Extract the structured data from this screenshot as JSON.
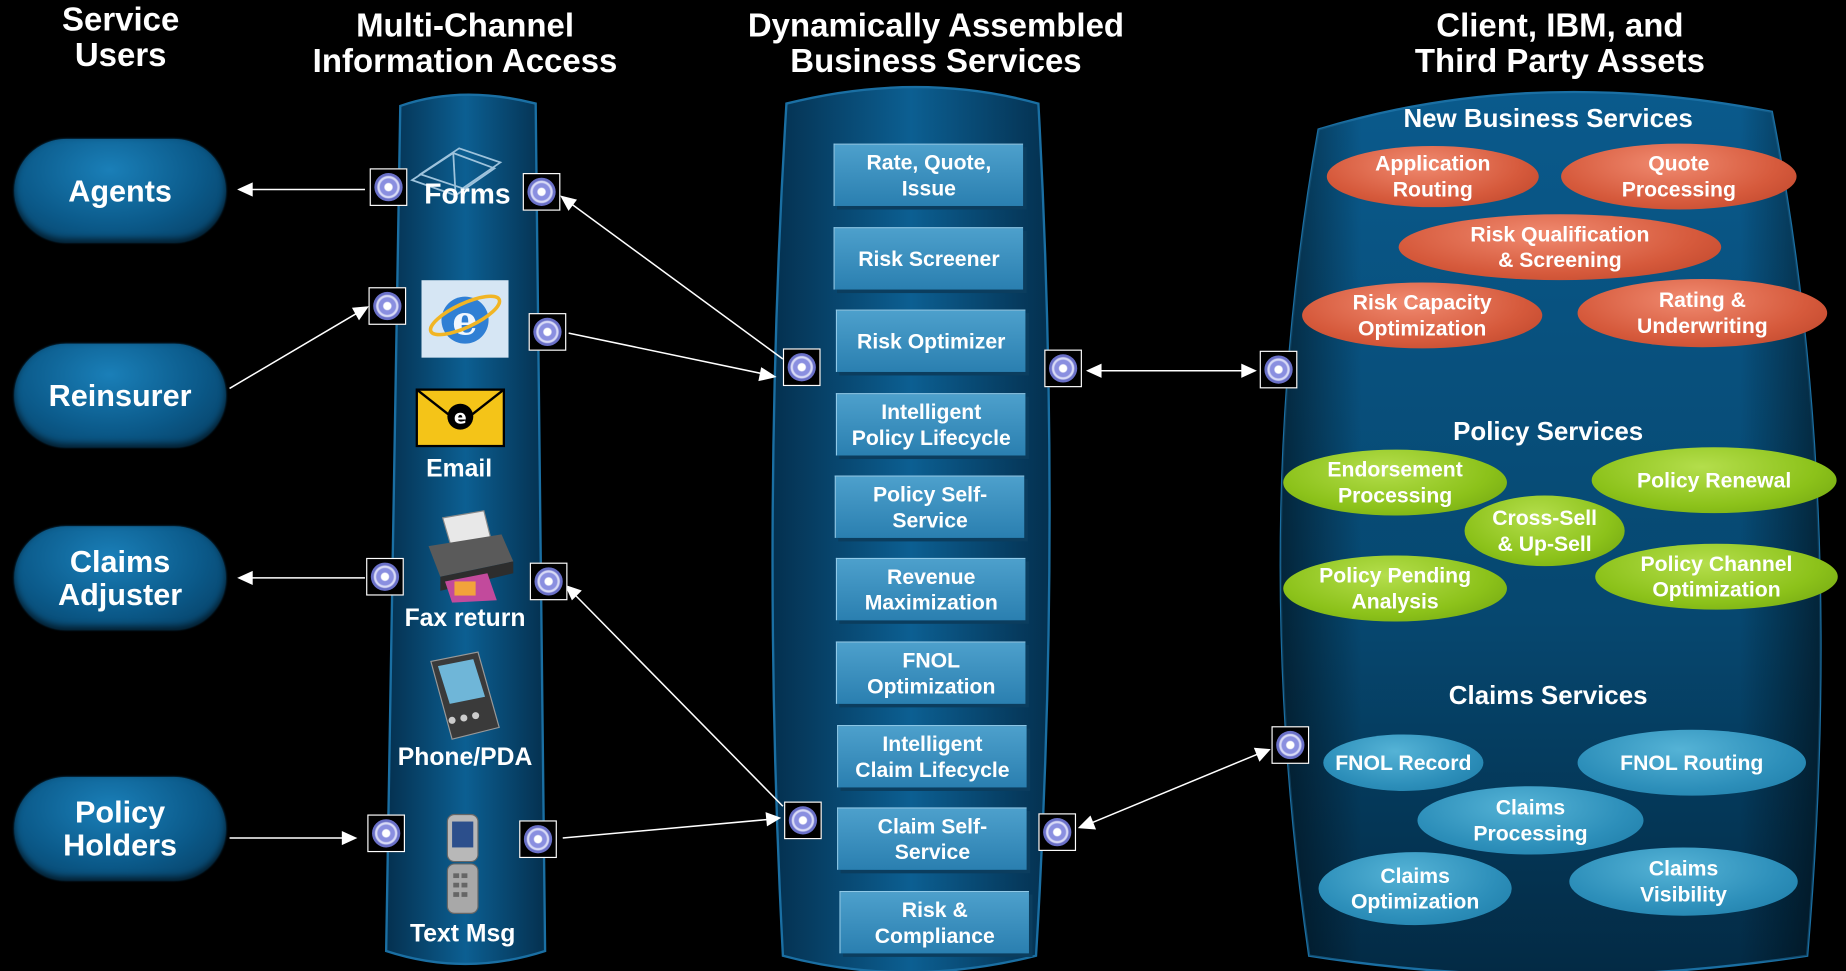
{
  "headers": {
    "service_users": "Service\nUsers",
    "channels": "Multi-Channel\nInformation Access",
    "business_services": "Dynamically Assembled\nBusiness Services",
    "assets": "Client, IBM, and\nThird Party Assets"
  },
  "users": [
    "Agents",
    "Reinsurer",
    "Claims\nAdjuster",
    "Policy\nHolders"
  ],
  "channels": [
    "Forms",
    "Email",
    "Fax return",
    "Phone/PDA",
    "Text Msg"
  ],
  "business_services": [
    "Rate, Quote,\nIssue",
    "Risk Screener",
    "Risk Optimizer",
    "Intelligent\nPolicy Lifecycle",
    "Policy Self-\nService",
    "Revenue\nMaximization",
    "FNOL\nOptimization",
    "Intelligent\nClaim Lifecycle",
    "Claim Self-\nService",
    "Risk &\nCompliance"
  ],
  "asset_sections": {
    "new_business": {
      "title": "New Business Services",
      "items": [
        "Application\nRouting",
        "Quote\nProcessing",
        "Risk Qualification\n& Screening",
        "Risk Capacity\nOptimization",
        "Rating &\nUnderwriting"
      ]
    },
    "policy": {
      "title": "Policy Services",
      "items": [
        "Endorsement\nProcessing",
        "Policy Renewal",
        "Cross-Sell\n& Up-Sell",
        "Policy Pending\nAnalysis",
        "Policy Channel\nOptimization"
      ]
    },
    "claims": {
      "title": "Claims Services",
      "items": [
        "FNOL Record",
        "FNOL Routing",
        "Claims\nProcessing",
        "Claims\nOptimization",
        "Claims\nVisibility"
      ]
    }
  },
  "colors": {
    "background": "#000000",
    "cylinder": "#0b5a8a",
    "new_business": "#d65a3c",
    "policy": "#8cc21a",
    "claims": "#2d8fba"
  }
}
